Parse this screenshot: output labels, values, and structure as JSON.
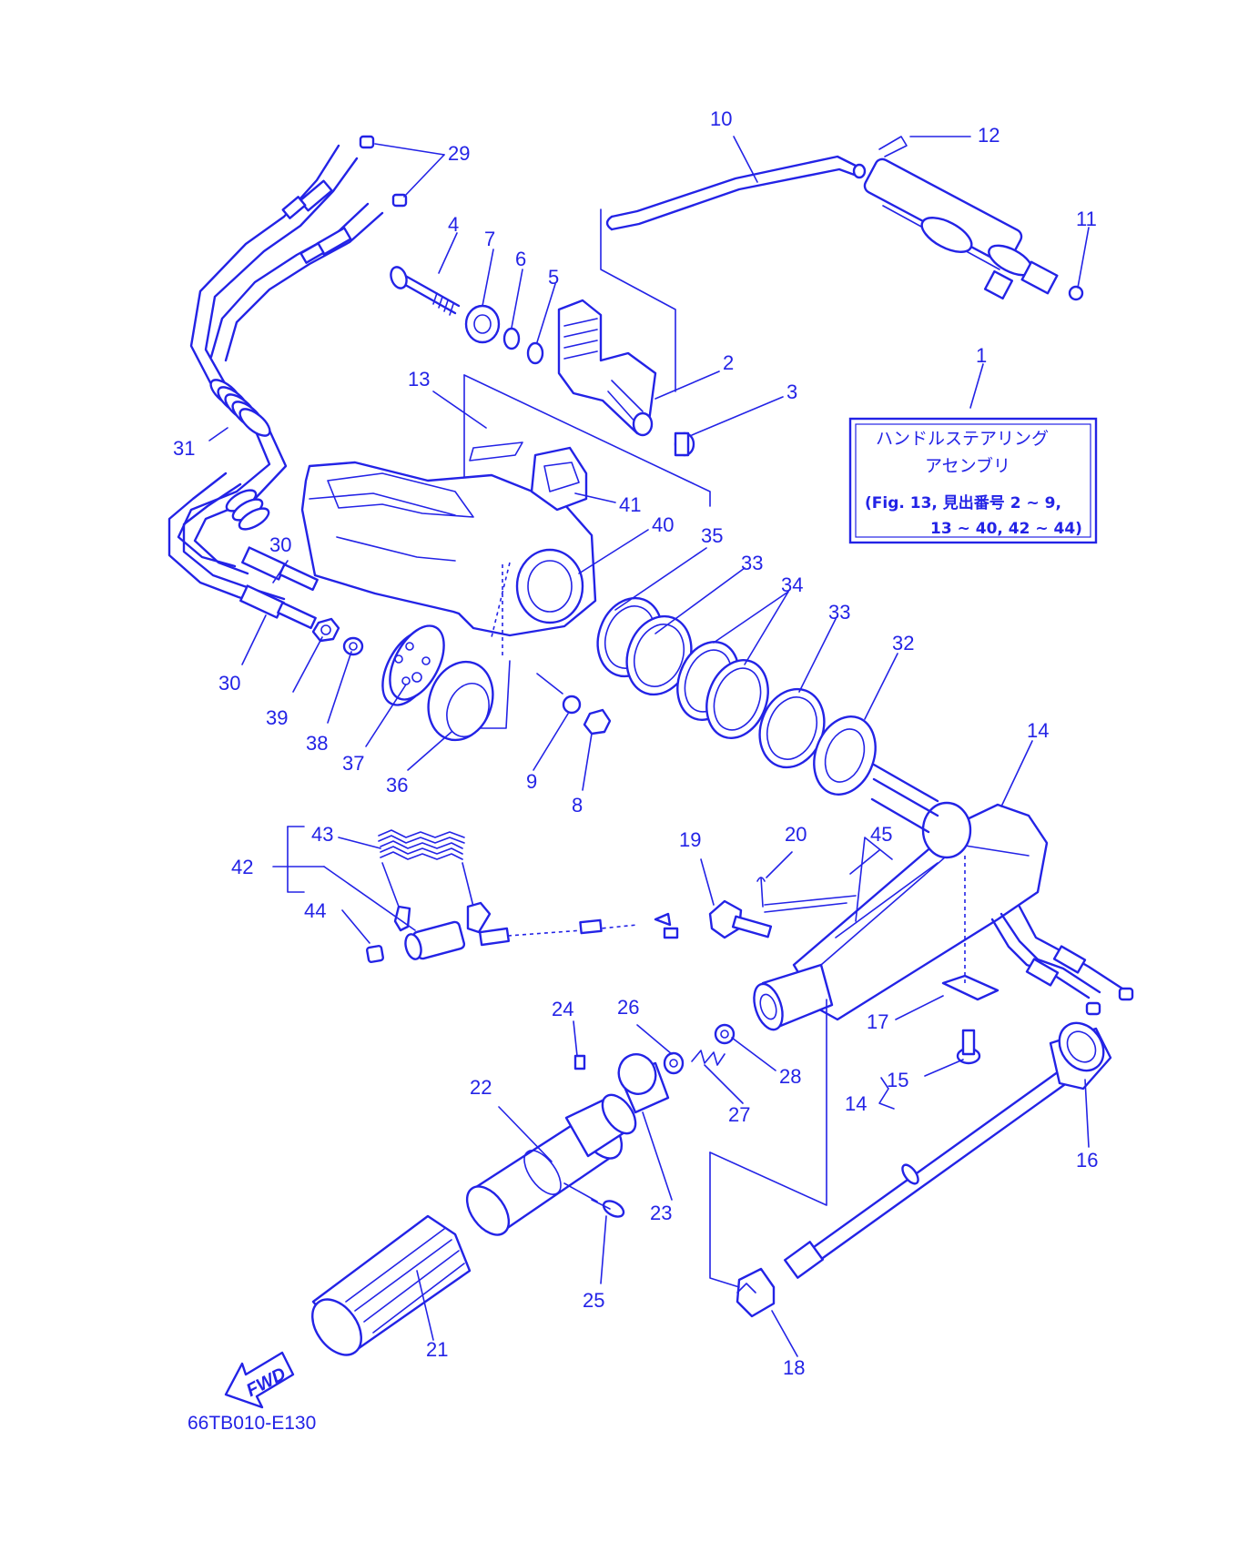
{
  "colors": {
    "line": "#2323e6",
    "background": "#ffffff"
  },
  "callouts": {
    "c1": "1",
    "c2": "2",
    "c3": "3",
    "c4": "4",
    "c5": "5",
    "c6": "6",
    "c7": "7",
    "c8": "8",
    "c9": "9",
    "c10": "10",
    "c11": "11",
    "c12": "12",
    "c13": "13",
    "c14a": "14",
    "c14b": "14",
    "c15": "15",
    "c16": "16",
    "c17": "17",
    "c18": "18",
    "c19": "19",
    "c20": "20",
    "c21": "21",
    "c22": "22",
    "c23": "23",
    "c24": "24",
    "c25": "25",
    "c26": "26",
    "c27": "27",
    "c28": "28",
    "c29": "29",
    "c30a": "30",
    "c30b": "30",
    "c31": "31",
    "c32": "32",
    "c33a": "33",
    "c33b": "33",
    "c34": "34",
    "c35": "35",
    "c36": "36",
    "c37": "37",
    "c38": "38",
    "c39": "39",
    "c40": "40",
    "c41": "41",
    "c42": "42",
    "c43": "43",
    "c44": "44",
    "c45": "45"
  },
  "assembly_box": {
    "line1": "ハンドルステアリング",
    "line2": "アセンブリ",
    "line3": "(Fig. 13, 見出番号 2 ~ 9,",
    "line4": "13 ~ 40, 42 ~ 44)"
  },
  "fwd_arrow": {
    "label": "FWD",
    "icon": "fwd-arrow-icon"
  },
  "figure_code": "66TB010-E130"
}
